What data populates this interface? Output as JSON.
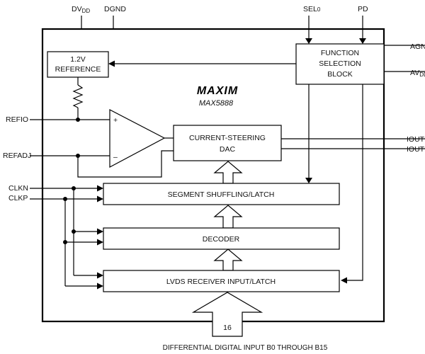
{
  "pins": {
    "dvdd": "DV",
    "dvdd_sub": "DD",
    "dgnd": "DGND",
    "sel0": "SEL",
    "sel0_sub": "0",
    "pd": "PD",
    "agnd": "AGND",
    "avdd": "AV",
    "avdd_sub": "DD",
    "refio": "REFIO",
    "refadj": "REFADJ",
    "clkn": "CLKN",
    "clkp": "CLKP",
    "ioutp": "IOUTP",
    "ioutn": "IOUTN"
  },
  "blocks": {
    "reference_line1": "1.2V",
    "reference_line2": "REFERENCE",
    "function_line1": "FUNCTION",
    "function_line2": "SELECTION",
    "function_line3": "BLOCK",
    "dac_line1": "CURRENT-STEERING",
    "dac_line2": "DAC",
    "segment": "SEGMENT SHUFFLING/LATCH",
    "decoder": "DECODER",
    "lvds": "LVDS RECEIVER INPUT/LATCH"
  },
  "amp": {
    "plus": "+",
    "minus": "–"
  },
  "brand": {
    "logo": "MAXIM",
    "part": "MAX5888"
  },
  "bus": {
    "width": "16",
    "caption": "DIFFERENTIAL DIGITAL INPUT B0 THROUGH B15"
  }
}
